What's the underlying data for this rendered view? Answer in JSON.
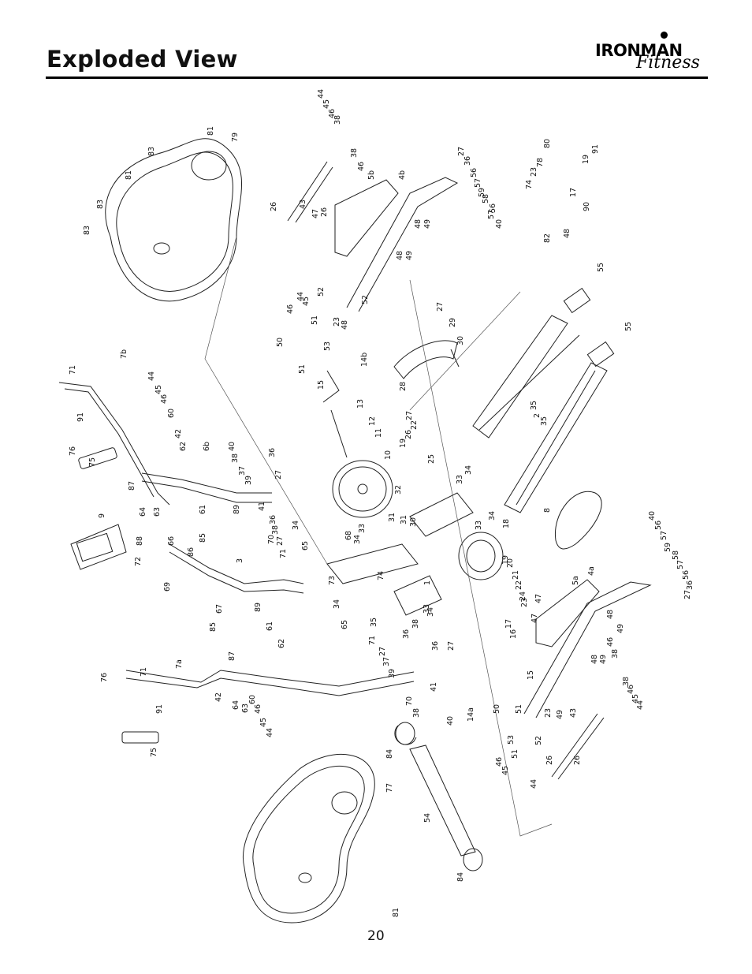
{
  "header": {
    "title": "Exploded View",
    "logo_main": "IRONMAN",
    "logo_sub": "Fitness"
  },
  "diagram": {
    "callouts": [
      "81",
      "79",
      "83",
      "81",
      "83",
      "83",
      "71",
      "7b",
      "44",
      "45",
      "46",
      "60",
      "42",
      "62",
      "91",
      "76",
      "75",
      "87",
      "64",
      "63",
      "61",
      "6b",
      "40",
      "38",
      "37",
      "39",
      "36",
      "27",
      "41",
      "89",
      "85",
      "66",
      "86",
      "88",
      "9",
      "72",
      "69",
      "3",
      "67",
      "85",
      "89",
      "61",
      "62",
      "87",
      "7a",
      "71",
      "76",
      "91",
      "75",
      "42",
      "64",
      "63",
      "60",
      "46",
      "45",
      "44",
      "44",
      "45",
      "46",
      "38",
      "26",
      "43",
      "47",
      "26",
      "5b",
      "4b",
      "46",
      "38",
      "48",
      "49",
      "48",
      "49",
      "27",
      "36",
      "56",
      "57",
      "59",
      "58",
      "56",
      "57",
      "40",
      "80",
      "78",
      "23",
      "74",
      "17",
      "90",
      "19",
      "91",
      "48",
      "82",
      "44",
      "45",
      "46",
      "51",
      "23",
      "48",
      "50",
      "53",
      "52",
      "52",
      "51",
      "15",
      "14b",
      "13",
      "12",
      "11",
      "10",
      "32",
      "27",
      "22",
      "26",
      "19",
      "25",
      "27",
      "29",
      "30",
      "28",
      "31",
      "31",
      "30",
      "33",
      "34",
      "34",
      "33",
      "18",
      "36",
      "38",
      "34",
      "70",
      "71",
      "27",
      "65",
      "68",
      "34",
      "33",
      "73",
      "74",
      "1",
      "35",
      "2",
      "35",
      "55",
      "55",
      "8",
      "4a",
      "5a",
      "20",
      "21",
      "22",
      "24",
      "23",
      "19",
      "17",
      "16",
      "47",
      "47",
      "40",
      "56",
      "57",
      "59",
      "58",
      "57",
      "56",
      "36",
      "27",
      "48",
      "49",
      "46",
      "38",
      "48",
      "49",
      "65",
      "34",
      "33",
      "35",
      "34",
      "71",
      "27",
      "37",
      "39",
      "38",
      "36",
      "36",
      "27",
      "41",
      "70",
      "38",
      "40",
      "15",
      "14a",
      "50",
      "51",
      "53",
      "23",
      "49",
      "52",
      "51",
      "46",
      "45",
      "44",
      "26",
      "43",
      "26",
      "38",
      "46",
      "45",
      "44",
      "84",
      "77",
      "54",
      "84",
      "81"
    ],
    "page_number": "20"
  }
}
